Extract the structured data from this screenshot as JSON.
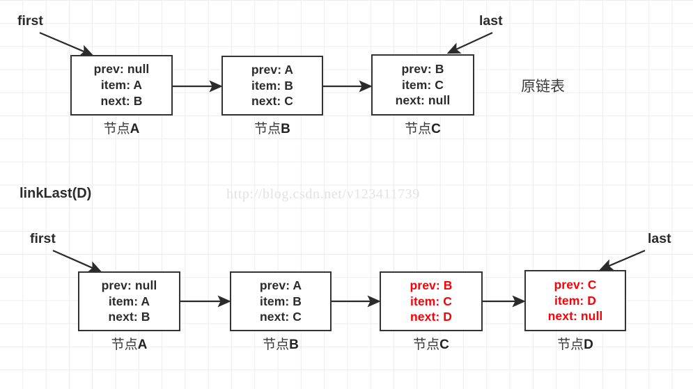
{
  "diagram": {
    "title_label": "原链表",
    "operation_label": "linkLast(D)",
    "watermark": "http://blog.csdn.net/v123411739",
    "colors": {
      "ink": "#2b2b2b",
      "highlight": "#fb0007",
      "grid": "#ededed",
      "watermark": "#e2e2e2"
    },
    "pointer_labels": {
      "first": "first",
      "last": "last"
    }
  },
  "rows": [
    {
      "id": "original-list",
      "side_label": "原链表",
      "first_label": "first",
      "last_label": "last",
      "nodes": [
        {
          "caption_prefix": "节点",
          "caption_suffix": "A",
          "highlighted": false,
          "fields": [
            "prev: null",
            "item: A",
            "next: B"
          ]
        },
        {
          "caption_prefix": "节点",
          "caption_suffix": "B",
          "highlighted": false,
          "fields": [
            "prev: A",
            "item: B",
            "next: C"
          ]
        },
        {
          "caption_prefix": "节点",
          "caption_suffix": "C",
          "highlighted": false,
          "fields": [
            "prev: B",
            "item: C",
            "next: null"
          ]
        }
      ]
    },
    {
      "id": "after-linklast",
      "side_label": "",
      "first_label": "first",
      "last_label": "last",
      "nodes": [
        {
          "caption_prefix": "节点",
          "caption_suffix": "A",
          "highlighted": false,
          "fields": [
            "prev: null",
            "item: A",
            "next: B"
          ]
        },
        {
          "caption_prefix": "节点",
          "caption_suffix": "B",
          "highlighted": false,
          "fields": [
            "prev: A",
            "item: B",
            "next: C"
          ]
        },
        {
          "caption_prefix": "节点",
          "caption_suffix": "C",
          "highlighted": true,
          "fields": [
            "prev: B",
            "item: C",
            "next: D"
          ]
        },
        {
          "caption_prefix": "节点",
          "caption_suffix": "D",
          "highlighted": true,
          "fields": [
            "prev: C",
            "item: D",
            "next: null"
          ]
        }
      ]
    }
  ]
}
